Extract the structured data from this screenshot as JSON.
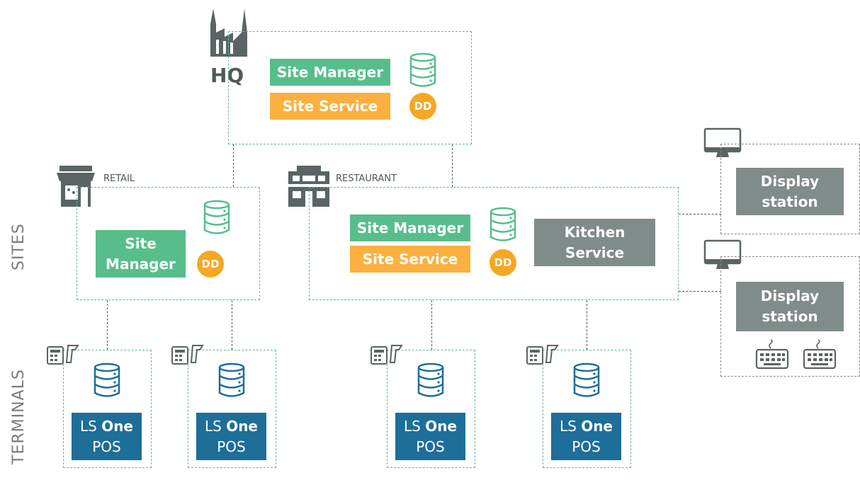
{
  "side_labels": {
    "sites": "SITES",
    "terminals": "TERMINALS"
  },
  "hq": {
    "label": "HQ",
    "site_manager": "Site Manager",
    "site_service": "Site Service",
    "dd": "DD"
  },
  "retail": {
    "label": "RETAIL",
    "site_manager_line1": "Site",
    "site_manager_line2": "Manager",
    "dd": "DD"
  },
  "restaurant": {
    "label": "RESTAURANT",
    "site_manager": "Site Manager",
    "site_service": "Site Service",
    "dd": "DD",
    "kitchen_line1": "Kitchen",
    "kitchen_line2": "Service"
  },
  "display_stations": [
    {
      "line1": "Display",
      "line2": "station"
    },
    {
      "line1": "Display",
      "line2": "station"
    }
  ],
  "pos_terminals": [
    {
      "brand": "LS",
      "product": "One",
      "line2": "POS"
    },
    {
      "brand": "LS",
      "product": "One",
      "line2": "POS"
    },
    {
      "brand": "LS",
      "product": "One",
      "line2": "POS"
    },
    {
      "brand": "LS",
      "product": "One",
      "line2": "POS"
    }
  ],
  "colors": {
    "green": "#57be8b",
    "orange": "#fbb040",
    "gray": "#808c8a",
    "blue": "#1d6e98",
    "dashed_green": "#5fb99a",
    "icon_gray": "#5a6464"
  }
}
